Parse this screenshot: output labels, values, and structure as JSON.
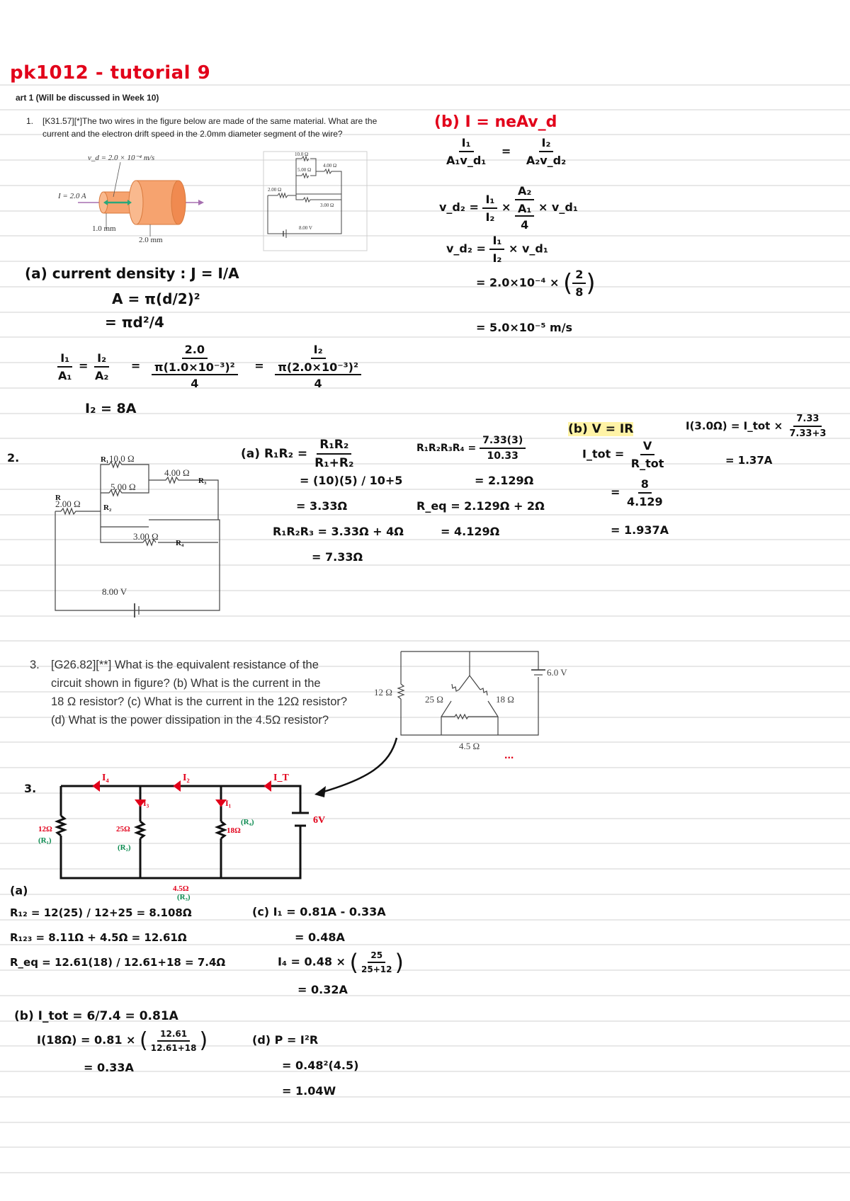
{
  "header": {
    "title": "pk1012 - tutorial 9",
    "part_label": "art 1 (Will be discussed in Week 10)"
  },
  "q1": {
    "number": "1.",
    "line1": "[K31.57][*]The two wires in the figure below are made of the same material.  What are the",
    "line2": "current and the electron drift speed in the 2.0mm diameter segment of the wire?",
    "fig_vd": "v_d = 2.0 × 10⁻⁴ m/s",
    "fig_I": "I = 2.0 A",
    "fig_d1": "1.0 mm",
    "fig_d2": "2.0 mm",
    "small_circuit": {
      "r10": "10.0 Ω",
      "r5": "5.00 Ω",
      "r4": "4.00 Ω",
      "r2": "2.00 Ω",
      "r3": "3.00 Ω",
      "v": "8.00 V"
    }
  },
  "q1_work": {
    "a_line1": "(a) current density : J = I/A",
    "a_line2": "A = π(d/2)²",
    "a_line3": "= πd²/4",
    "a_i1": "I₁",
    "a_a1": "A₁",
    "a_i2": "I₂",
    "a_a2": "A₂",
    "a_mid_num": "2.0",
    "a_mid_den": "π(1.0×10⁻³)²",
    "a_mid_den2": "4",
    "a_right_num": "I₂",
    "a_right_den": "π(2.0×10⁻³)²",
    "a_right_den2": "4",
    "a_result": "I₂ = 8A",
    "b_line1": "(b) I = neAv_d",
    "b_f1_num": "I₁",
    "b_f1_den": "A₁v_d₁",
    "b_f2_num": "I₂",
    "b_f2_den": "A₂v_d₂",
    "b_vd2": "v_d₂ =",
    "b_x1": "×",
    "b_x2": "× v_d₁",
    "b_g1_num": "I₁",
    "b_g1_den": "I₂",
    "b_g2_num": "A₂",
    "b_g2_den": "A₁",
    "b_four": "4",
    "b_vdl": "v_d₂ =",
    "b_h1_num": "I₁",
    "b_h1_den": "I₂",
    "b_h2": "× v_d₁",
    "b_line_calc": "= 2.0×10⁻⁴ ×",
    "b_paren_num": "2",
    "b_paren_den": "8",
    "b_result": "= 5.0×10⁻⁵ m/s"
  },
  "q2": {
    "number": "2.",
    "circuit": {
      "r10": "10.0 Ω",
      "r5": "5.00 Ω",
      "r4": "4.00 Ω",
      "r2": "2.00 Ω",
      "r3": "3.00 Ω",
      "v": "8.00 V",
      "label_r1": "R₁",
      "label_r2": "R₂",
      "label_r3": "R₃",
      "label_r4": "R₄",
      "label_r": "R"
    },
    "a_label": "(a)",
    "a_l1_lhs": "R₁R₂ =",
    "a_l1_num": "R₁R₂",
    "a_l1_den": "R₁+R₂",
    "a_l2": "= (10)(5) / 10+5",
    "a_l3": "= 3.33Ω",
    "a_l4": "R₁R₂R₃ = 3.33Ω + 4Ω",
    "a_l5": "= 7.33Ω",
    "m_l1_lhs": "R₁R₂R₃R₄ =",
    "m_l1_num": "7.33(3)",
    "m_l1_den": "10.33",
    "m_l2": "= 2.129Ω",
    "m_l3": "R_eq = 2.129Ω + 2Ω",
    "m_l4": "= 4.129Ω",
    "b_label": "(b) V = IR",
    "b_l2_lhs": "I_tot =",
    "b_l2_num": "V",
    "b_l2_den": "R_tot",
    "b_l3_lhs": "=",
    "b_l3_num": "8",
    "b_l3_den": "4.129",
    "b_l4": "= 1.937A",
    "c_lhs": "I(3.0Ω) = I_tot ×",
    "c_num": "7.33",
    "c_den": "7.33+3",
    "c_res": "= 1.37A"
  },
  "q3": {
    "number": "3.",
    "line1": "[G26.82][**] What is the equivalent resistance of the",
    "line2": "circuit shown in figure? (b) What is the current in the",
    "line3": "18 Ω resistor? (c) What is the current in the 12Ω resistor?",
    "line4": "(d) What is the power dissipation in the 4.5Ω resistor?",
    "fig": {
      "r12": "12 Ω",
      "r25": "25 Ω",
      "r18": "18 Ω",
      "r45": "4.5 Ω",
      "v": "6.0 V"
    },
    "ellipsis": "..."
  },
  "q3_work": {
    "number": "3.",
    "i4": "I₄",
    "i2": "I₂",
    "i_top": "I_T",
    "i3": "I₃",
    "i1": "I₁",
    "r12": "12Ω",
    "r12_tag": "(R₁)",
    "r25": "25Ω",
    "r25_tag": "(R₂)",
    "r18": "18Ω",
    "r18_tag": "(R₄)",
    "r45": "4.5Ω",
    "r45_tag": "(R₃)",
    "v": "6V",
    "a_label": "(a)",
    "a_l1": "R₁₂ = 12(25) / 12+25 = 8.108Ω",
    "a_l2": "R₁₂₃ = 8.11Ω + 4.5Ω = 12.61Ω",
    "a_l3": "R_eq = 12.61(18) / 12.61+18 = 7.4Ω",
    "b_l1": "(b) I_tot = 6/7.4 = 0.81A",
    "b_l2_lhs": "I(18Ω) = 0.81 ×",
    "b_l2_num": "12.61",
    "b_l2_den": "12.61+18",
    "b_l3": "= 0.33A",
    "c_l1": "(c) I₁ = 0.81A - 0.33A",
    "c_l2": "= 0.48A",
    "c_l3_lhs": "I₄ = 0.48 ×",
    "c_l3_num": "25",
    "c_l3_den": "25+12",
    "c_l4": "= 0.32A",
    "d_l1": "(d) P = I²R",
    "d_l2": "= 0.48²(4.5)",
    "d_l3": "= 1.04W"
  }
}
